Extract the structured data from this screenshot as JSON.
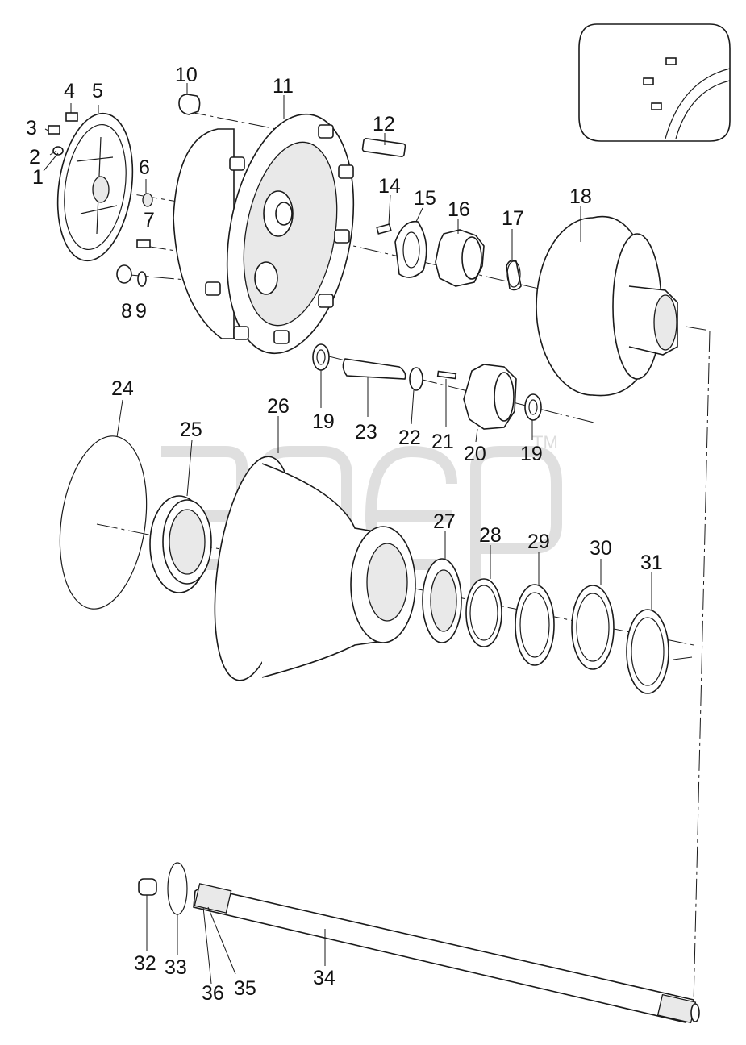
{
  "watermark": {
    "text": "anep",
    "trademark": "TM"
  },
  "labels": {
    "p1": "1",
    "p2": "2",
    "p3": "3",
    "p4": "4",
    "p5": "5",
    "p6": "6",
    "p7": "7",
    "p8": "8",
    "p9": "9",
    "p10": "10",
    "p11": "11",
    "p12": "12",
    "p14": "14",
    "p15": "15",
    "p16": "16",
    "p17": "17",
    "p18": "18",
    "p19a": "19",
    "p19b": "19",
    "p20": "20",
    "p21": "21",
    "p22": "22",
    "p23": "23",
    "p24": "24",
    "p25": "25",
    "p26": "26",
    "p27": "27",
    "p28": "28",
    "p29": "29",
    "p30": "30",
    "p31": "31",
    "p32": "32",
    "p33": "33",
    "p34": "34",
    "p35": "35",
    "p36": "36"
  },
  "colors": {
    "line": "#1a1a1a",
    "watermark": "#dcdcdc",
    "background": "#ffffff"
  }
}
